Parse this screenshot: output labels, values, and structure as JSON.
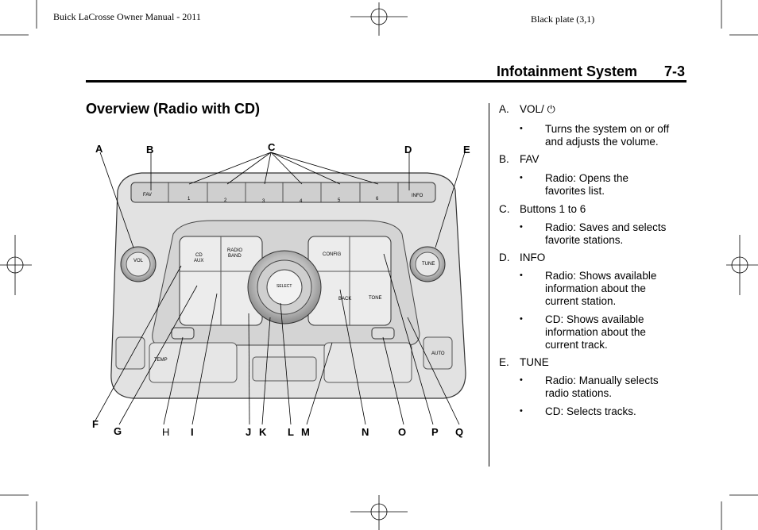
{
  "plate": {
    "manual": "Buick LaCrosse Owner Manual - 2011",
    "plate": "Black plate (3,1)"
  },
  "header": {
    "section": "Infotainment System",
    "page": "7-3"
  },
  "title": "Overview (Radio with CD)",
  "callouts": [
    "A",
    "B",
    "C",
    "D",
    "E",
    "F",
    "G",
    "H",
    "I",
    "J",
    "K",
    "L",
    "M",
    "N",
    "O",
    "P",
    "Q"
  ],
  "panel_labels": {
    "fav": "FAV",
    "presets": [
      "1",
      "2",
      "3",
      "4",
      "5",
      "6"
    ],
    "info": "INFO",
    "vol": "VOL",
    "tune": "TUNE",
    "cd_aux": [
      "CD",
      "AUX"
    ],
    "radio_band": [
      "RADIO",
      "BAND"
    ],
    "config": "CONFIG",
    "select": "SELECT",
    "back": "BACK",
    "tone": "TONE",
    "temp": "TEMP",
    "auto": "AUTO"
  },
  "list": [
    {
      "letter": "A.",
      "label": "VOL/ ",
      "icon": "power-icon",
      "items": [
        [
          "Turns the system on or off",
          "and adjusts the volume."
        ]
      ]
    },
    {
      "letter": "B.",
      "label": "FAV",
      "items": [
        [
          "Radio: Opens the",
          "favorites list."
        ]
      ]
    },
    {
      "letter": "C.",
      "label": "Buttons 1 to 6",
      "items": [
        [
          "Radio: Saves and selects",
          "favorite stations."
        ]
      ]
    },
    {
      "letter": "D.",
      "label": "INFO",
      "items": [
        [
          "Radio: Shows available",
          "information about the",
          "current station."
        ],
        [
          "CD: Shows available",
          "information about the",
          "current track."
        ]
      ]
    },
    {
      "letter": "E.",
      "label": "TUNE",
      "items": [
        [
          "Radio: Manually selects",
          "radio stations."
        ],
        [
          "CD: Selects tracks."
        ]
      ]
    }
  ]
}
